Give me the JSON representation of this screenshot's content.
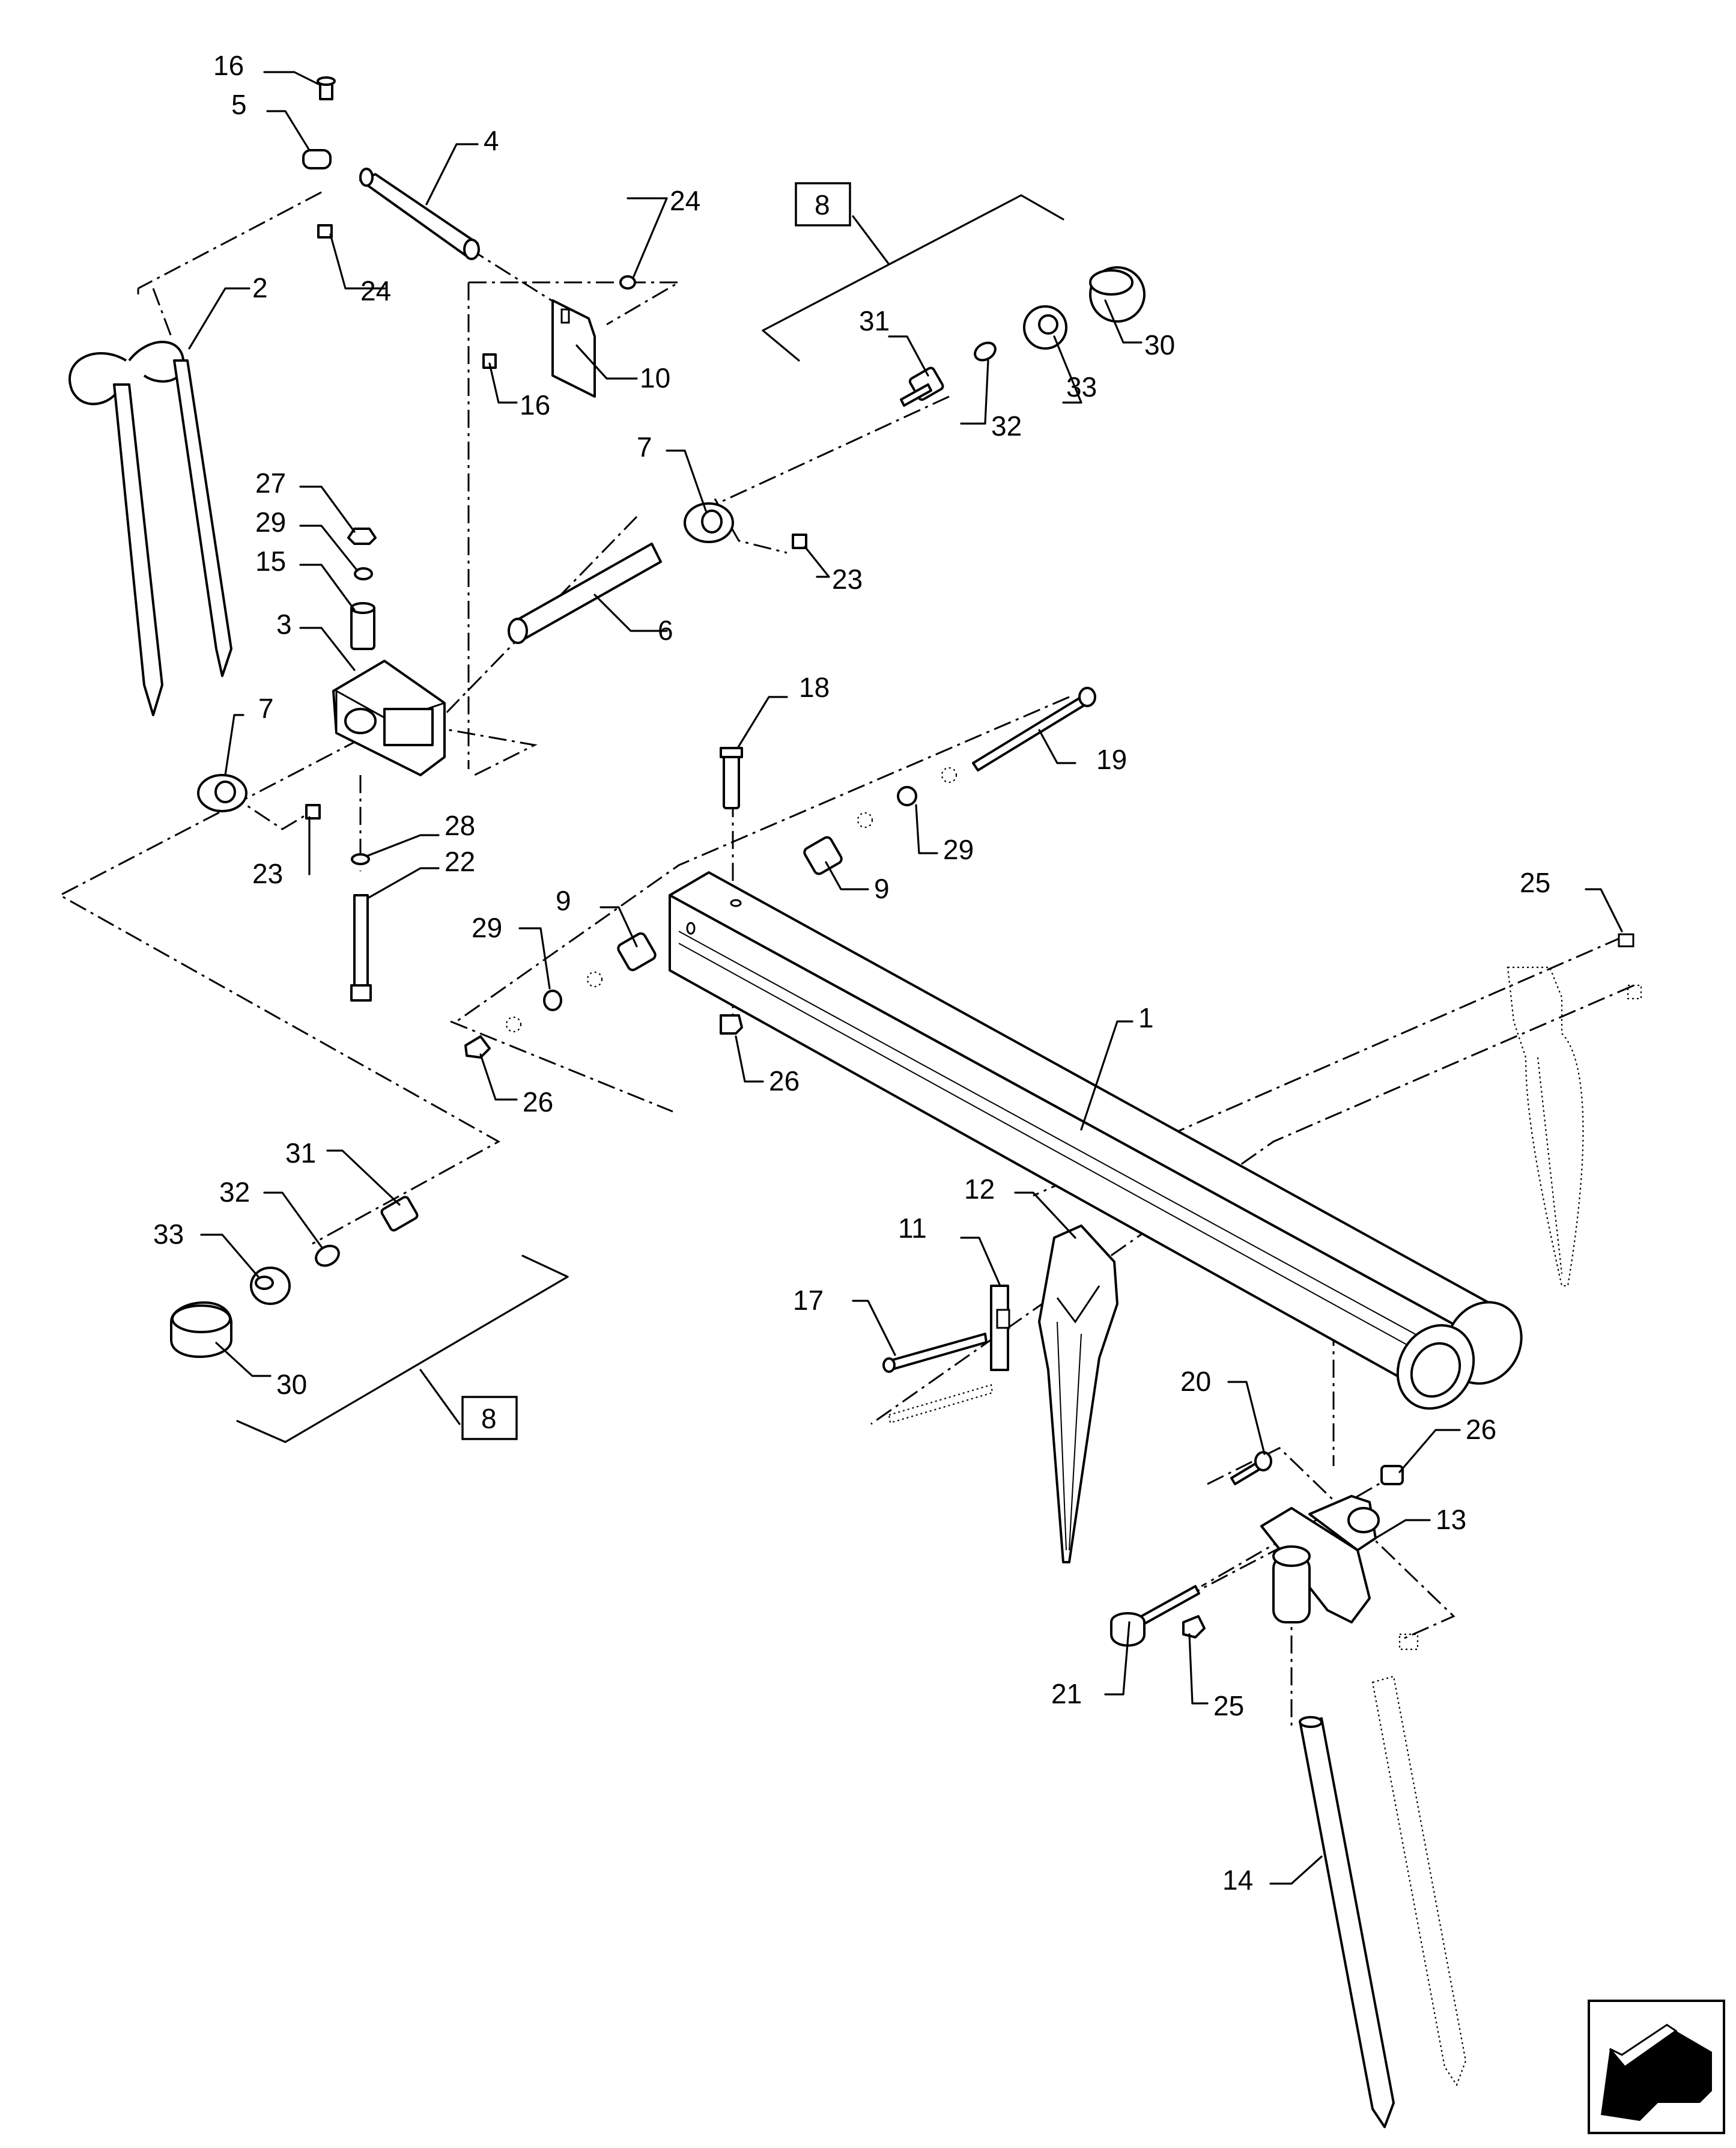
{
  "callouts": [
    {
      "id": "c1",
      "text": "1"
    },
    {
      "id": "c2",
      "text": "2"
    },
    {
      "id": "c3",
      "text": "3"
    },
    {
      "id": "c4",
      "text": "4"
    },
    {
      "id": "c5",
      "text": "5"
    },
    {
      "id": "c6",
      "text": "6"
    },
    {
      "id": "c7a",
      "text": "7"
    },
    {
      "id": "c7b",
      "text": "7"
    },
    {
      "id": "c9a",
      "text": "9"
    },
    {
      "id": "c9b",
      "text": "9"
    },
    {
      "id": "c10",
      "text": "10"
    },
    {
      "id": "c11",
      "text": "11"
    },
    {
      "id": "c12",
      "text": "12"
    },
    {
      "id": "c13",
      "text": "13"
    },
    {
      "id": "c14",
      "text": "14"
    },
    {
      "id": "c15",
      "text": "15"
    },
    {
      "id": "c16a",
      "text": "16"
    },
    {
      "id": "c16b",
      "text": "16"
    },
    {
      "id": "c17",
      "text": "17"
    },
    {
      "id": "c18",
      "text": "18"
    },
    {
      "id": "c19",
      "text": "19"
    },
    {
      "id": "c20",
      "text": "20"
    },
    {
      "id": "c21",
      "text": "21"
    },
    {
      "id": "c22",
      "text": "22"
    },
    {
      "id": "c23a",
      "text": "23"
    },
    {
      "id": "c23b",
      "text": "23"
    },
    {
      "id": "c24a",
      "text": "24"
    },
    {
      "id": "c24b",
      "text": "24"
    },
    {
      "id": "c25a",
      "text": "25"
    },
    {
      "id": "c25b",
      "text": "25"
    },
    {
      "id": "c26a",
      "text": "26"
    },
    {
      "id": "c26b",
      "text": "26"
    },
    {
      "id": "c26c",
      "text": "26"
    },
    {
      "id": "c27",
      "text": "27"
    },
    {
      "id": "c28",
      "text": "28"
    },
    {
      "id": "c29a",
      "text": "29"
    },
    {
      "id": "c29b",
      "text": "29"
    },
    {
      "id": "c29c",
      "text": "29"
    },
    {
      "id": "c30a",
      "text": "30"
    },
    {
      "id": "c30b",
      "text": "30"
    },
    {
      "id": "c31a",
      "text": "31"
    },
    {
      "id": "c31b",
      "text": "31"
    },
    {
      "id": "c32a",
      "text": "32"
    },
    {
      "id": "c32b",
      "text": "32"
    },
    {
      "id": "c33a",
      "text": "33"
    },
    {
      "id": "c33b",
      "text": "33"
    }
  ],
  "references": [
    {
      "id": "r8a",
      "text": "8"
    },
    {
      "id": "r8b",
      "text": "8"
    }
  ],
  "icons": {
    "orientation": "direction-arrow-icon"
  }
}
